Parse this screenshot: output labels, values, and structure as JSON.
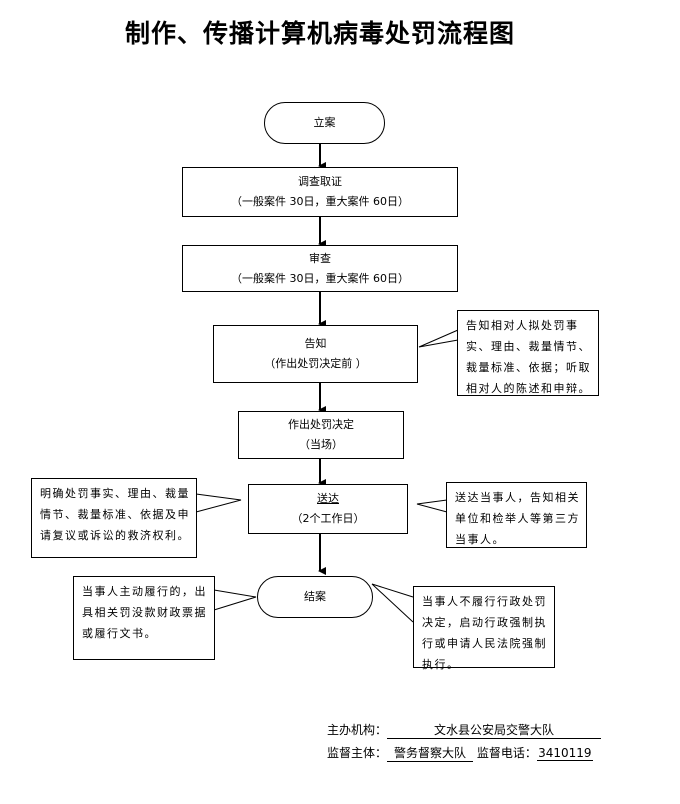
{
  "title": "制作、传播计算机病毒处罚流程图",
  "nodes": {
    "start": {
      "label": "立案"
    },
    "investigate": {
      "label": "调查取证",
      "sub": "（一般案件 30日，重大案件 60日）"
    },
    "review": {
      "label": "审查",
      "sub": "（一般案件 30日，重大案件 60日）"
    },
    "notify": {
      "label": "告知",
      "sub": "（作出处罚决定前 ）"
    },
    "decide": {
      "label": "作出处罚决定",
      "sub": "（当场）"
    },
    "deliver": {
      "label": "送达",
      "sub": "（2个工作日）"
    },
    "close": {
      "label": "结案"
    }
  },
  "callouts": {
    "notify_note": "告知相对人拟处罚事实、理由、裁量情节、裁量标准、依据；听取相对人的陈述和申辩。",
    "deliver_left": "明确处罚事实、理由、裁量情节、裁量标准、依据及申请复议或诉讼的救济权利。",
    "deliver_right": "送达当事人，告知相关单位和检举人等第三方当事人。",
    "close_left": "当事人主动履行的，出具相关罚没款财政票据或履行文书。",
    "close_right": "当事人不履行行政处罚决定，启动行政强制执行或申请人民法院强制执行。"
  },
  "footer": {
    "organizer_label": "主办机构：",
    "organizer_value": "文水县公安局交警大队",
    "supervisor_label": "监督主体：",
    "supervisor_value": "警务督察大队",
    "phone_label": "监督电话：",
    "phone_value": "3410119"
  }
}
